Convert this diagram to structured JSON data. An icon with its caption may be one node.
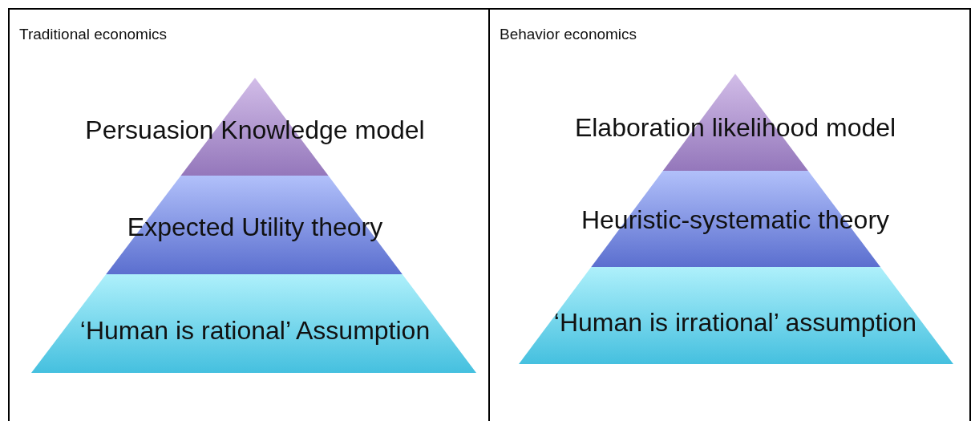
{
  "diagram": {
    "nodes": [
      {
        "text": [
          "Traditional economics"
        ]
      },
      {
        "text": [
          "Persuasion Knowledge model"
        ],
        "in": 0
      },
      {
        "text": [
          "Expected Utility theory"
        ],
        "in": 0
      },
      {
        "text": [
          "‘Human is rational’ Assumption"
        ],
        "in": 0
      },
      {
        "text": [
          "Behavior economics"
        ]
      },
      {
        "text": [
          "Elaboration likelihood model"
        ],
        "in": 4
      },
      {
        "text": [
          "Heuristic-systematic theory"
        ],
        "in": 4
      },
      {
        "text": [
          "‘Human is irrational’ assumption"
        ],
        "in": 4
      }
    ]
  }
}
